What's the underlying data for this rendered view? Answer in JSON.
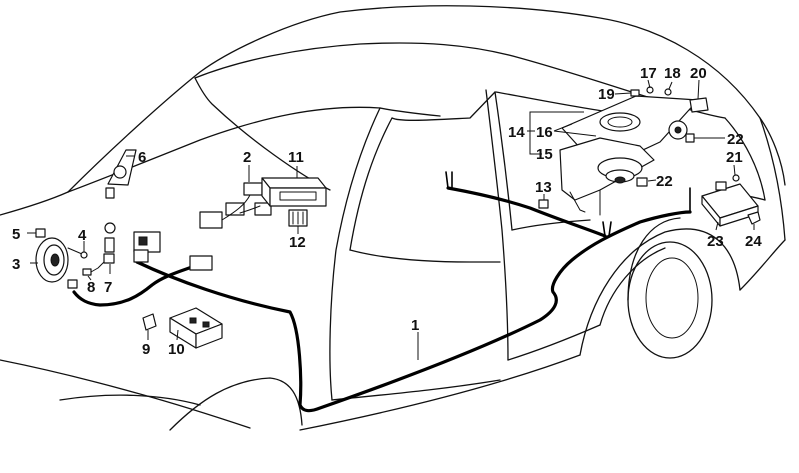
{
  "callouts": [
    {
      "id": "1",
      "label": "1"
    },
    {
      "id": "2",
      "label": "2"
    },
    {
      "id": "3",
      "label": "3"
    },
    {
      "id": "4",
      "label": "4"
    },
    {
      "id": "5",
      "label": "5"
    },
    {
      "id": "6",
      "label": "6"
    },
    {
      "id": "7",
      "label": "7"
    },
    {
      "id": "8",
      "label": "8"
    },
    {
      "id": "9",
      "label": "9"
    },
    {
      "id": "10",
      "label": "10"
    },
    {
      "id": "11",
      "label": "11"
    },
    {
      "id": "12",
      "label": "12"
    },
    {
      "id": "13",
      "label": "13"
    },
    {
      "id": "14",
      "label": "14"
    },
    {
      "id": "15",
      "label": "15"
    },
    {
      "id": "16",
      "label": "16"
    },
    {
      "id": "17",
      "label": "17"
    },
    {
      "id": "18",
      "label": "18"
    },
    {
      "id": "19",
      "label": "19"
    },
    {
      "id": "20",
      "label": "20"
    },
    {
      "id": "21",
      "label": "21"
    },
    {
      "id": "22a",
      "label": "22"
    },
    {
      "id": "22b",
      "label": "22"
    },
    {
      "id": "23",
      "label": "23"
    },
    {
      "id": "24",
      "label": "24"
    }
  ],
  "colors": {
    "line": "#111111",
    "background": "#ffffff"
  }
}
